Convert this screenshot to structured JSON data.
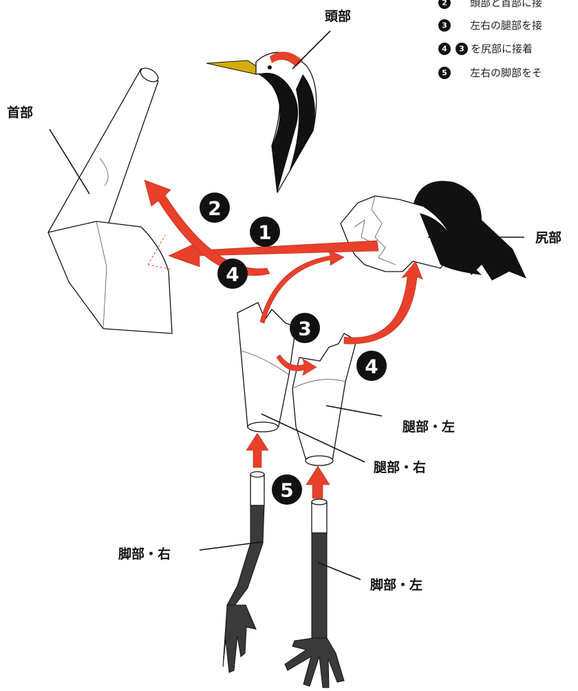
{
  "steps": [
    {
      "num": "2",
      "text": "頭部と首部に接"
    },
    {
      "num": "3",
      "text": "左右の腿部を接"
    },
    {
      "num": "4",
      "text": "を尻部に接着"
    },
    {
      "num": "5",
      "text": "左右の脚部をそ"
    }
  ],
  "step4_ref": "3",
  "labels": {
    "head": "頭部",
    "neck": "首部",
    "rump": "尻部",
    "thigh_left": "腿部・左",
    "thigh_right": "腿部・右",
    "leg_right": "脚部・右",
    "leg_left": "脚部・左"
  },
  "markers": {
    "m1": "1",
    "m2": "2",
    "m3": "3",
    "m4a": "4",
    "m4b": "4",
    "m5": "5"
  },
  "colors": {
    "arrow": "#e8402a",
    "beak": "#d4ad0a",
    "crown": "#e8402a",
    "black": "#111111",
    "leg": "#3a3a3a"
  }
}
